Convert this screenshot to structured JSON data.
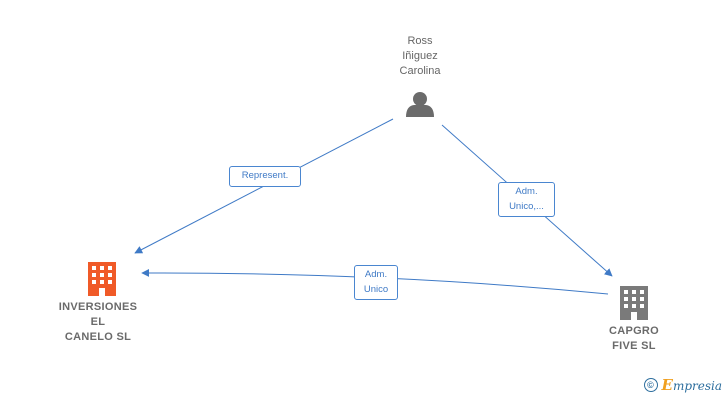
{
  "nodes": {
    "person": {
      "label": "Ross\nIñiguez\nCarolina",
      "color": "#666666"
    },
    "company_a": {
      "label": "INVERSIONES\nEL\nCANELO  SL",
      "color": "#f05a28"
    },
    "company_b": {
      "label": "CAPGRO\nFIVE  SL",
      "color": "#7a7a7a"
    }
  },
  "edges": [
    {
      "label": "Represent.",
      "from": "person",
      "to": "company_a"
    },
    {
      "label": "Adm.\nUnico,...",
      "from": "person",
      "to": "company_b"
    },
    {
      "label": "Adm.\nUnico",
      "from": "company_b",
      "to": "company_a"
    }
  ],
  "edge_color": "#3f7ac6",
  "footer": {
    "copyright_symbol": "©",
    "brand_initial": "E",
    "brand_rest": "mpresia"
  }
}
